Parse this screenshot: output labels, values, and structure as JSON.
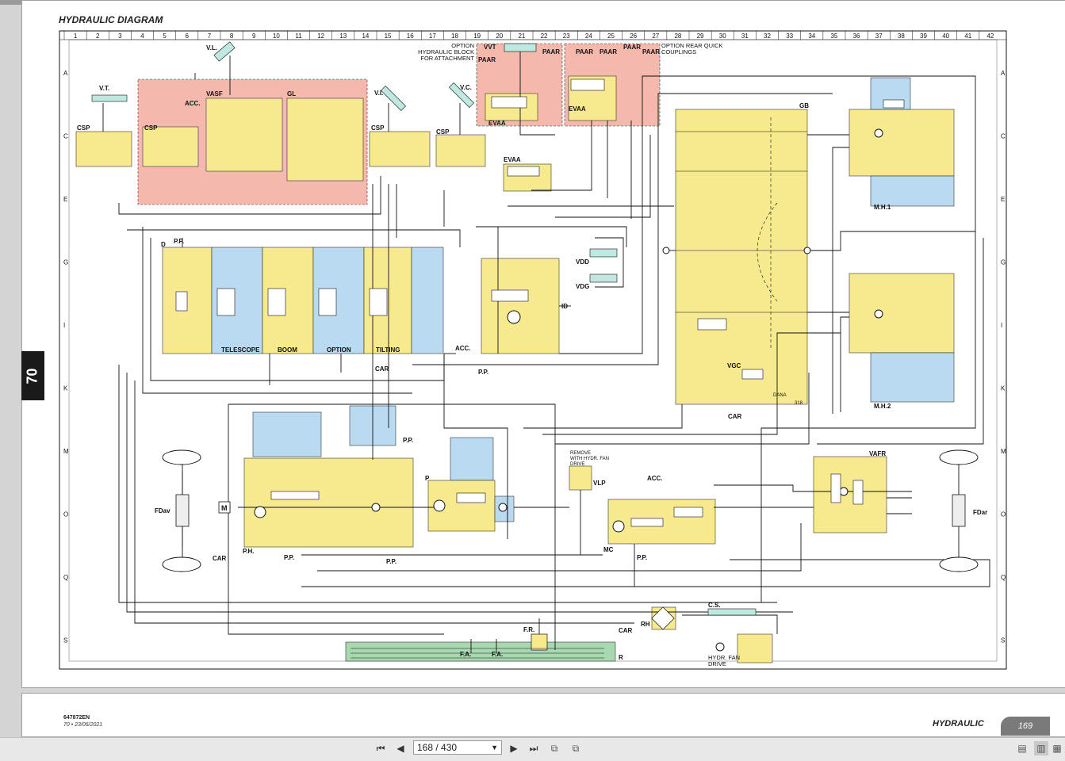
{
  "document": {
    "title": "HYDRAULIC DIAGRAM",
    "section_tab": "70",
    "doc_number": "647872EN",
    "doc_date": "70 • 23/06/2021",
    "footer_section": "HYDRAULIC",
    "page_number": "169"
  },
  "grid": {
    "columns": [
      "1",
      "2",
      "3",
      "4",
      "5",
      "6",
      "7",
      "8",
      "9",
      "10",
      "11",
      "12",
      "13",
      "14",
      "15",
      "16",
      "17",
      "18",
      "19",
      "20",
      "21",
      "22",
      "23",
      "24",
      "25",
      "26",
      "27",
      "28",
      "29",
      "30",
      "31",
      "32",
      "33",
      "34",
      "35",
      "36",
      "37",
      "38",
      "39",
      "40",
      "41",
      "42"
    ],
    "rows": [
      "A",
      "C",
      "E",
      "G",
      "I",
      "K",
      "M",
      "O",
      "Q",
      "S"
    ]
  },
  "labels": {
    "vl": "V.L.",
    "vt": "V.T.",
    "vi": "V.I.",
    "vc": "V.C.",
    "vasf": "VASF",
    "gl": "GL",
    "acc": "ACC.",
    "csp": "CSP",
    "option_block": "OPTION HYDRAULIC BLOCK FOR ATTACHMENT",
    "option_rear": "OPTION REAR QUICK COUPLINGS",
    "vvt": "VVT",
    "paar": "PAAR",
    "evaa": "EVAA",
    "gb": "GB",
    "mh1": "M.H.1",
    "mh2": "M.H.2",
    "d": "D",
    "pp": "P.P.",
    "telescope": "TELESCOPE",
    "boom": "BOOM",
    "option": "OPTION",
    "tilting": "TILTING",
    "car": "CAR",
    "vdd": "VDD",
    "vdg": "VDG",
    "id": "ID",
    "vgc": "VGC",
    "dana": "DANA",
    "dana_model": "318",
    "vafr": "VAFR",
    "fdav": "FDav",
    "fdar": "FDar",
    "m": "M",
    "ph": "P.H.",
    "p": "P",
    "remove": "REMOVE WITH HYDR. FAN DRIVE",
    "vlp": "VLP",
    "mc": "MC",
    "cs": "C.S.",
    "rh": "RH",
    "fr": "F.R.",
    "fa": "F.A.",
    "r": "R",
    "fan_drive": "HYDR. FAN DRIVE"
  },
  "viewer": {
    "page_field": "168 / 430",
    "first_icon": "first-page-icon",
    "prev_icon": "prev-page-icon",
    "next_icon": "next-page-icon",
    "last_icon": "last-page-icon"
  },
  "colors": {
    "yellow": "#f7e98e",
    "pink": "#f4b8ad",
    "blue": "#b9daf0",
    "green": "#a8d8b0"
  }
}
